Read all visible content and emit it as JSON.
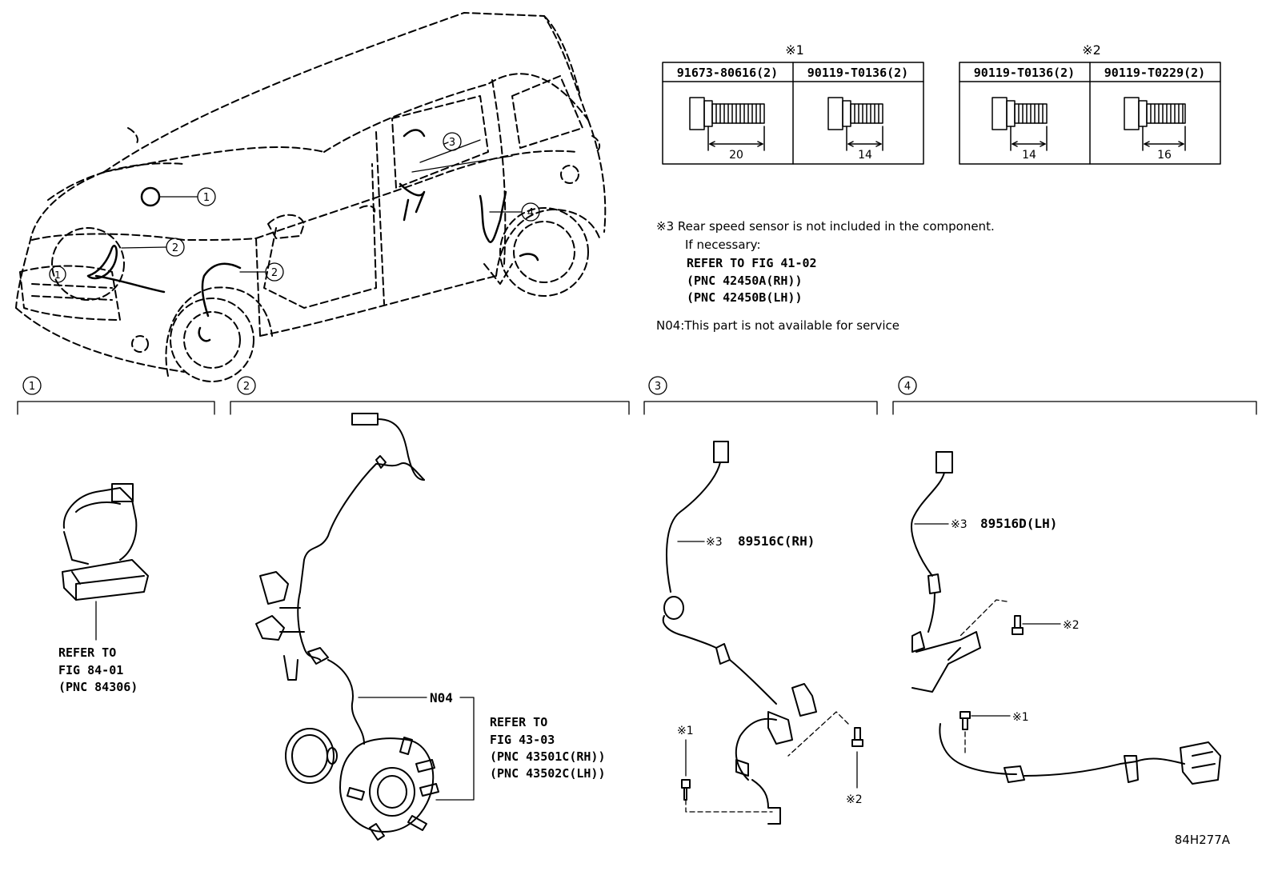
{
  "bolt_tables": [
    {
      "group_mark": "※1",
      "cols": [
        {
          "part": "91673-80616(2)",
          "dim": "20"
        },
        {
          "part": "90119-T0136(2)",
          "dim": "14"
        }
      ]
    },
    {
      "group_mark": "※2",
      "cols": [
        {
          "part": "90119-T0136(2)",
          "dim": "14"
        },
        {
          "part": "90119-T0229(2)",
          "dim": "16"
        }
      ]
    }
  ],
  "notes": {
    "note3_line1": "※3 Rear speed sensor is not included in the component.",
    "note3_line2": "If necessary:",
    "note3_line3": "REFER TO FIG 41-02",
    "note3_line4": "(PNC 42450A(RH))",
    "note3_line5": "(PNC 42450B(LH))",
    "n04_note": "N04:This part is not available for service"
  },
  "callouts": {
    "c1": "1",
    "c2": "2",
    "c3": "3",
    "c4": "4"
  },
  "section1": {
    "line1": "REFER TO",
    "line2": "FIG 84-01",
    "line3": "(PNC 84306)"
  },
  "section2": {
    "n04": "N04",
    "ref1": "REFER TO",
    "ref2": "FIG 43-03",
    "ref3": "(PNC 43501C(RH))",
    "ref4": "(PNC 43502C(LH))"
  },
  "section3": {
    "part_mark": "※3",
    "part": "89516C(RH)",
    "bolt1": "※1",
    "bolt2": "※2"
  },
  "section4": {
    "part_mark": "※3",
    "part": "89516D(LH)",
    "bolt1": "※1",
    "bolt2": "※2"
  },
  "figure_id": "84H277A"
}
